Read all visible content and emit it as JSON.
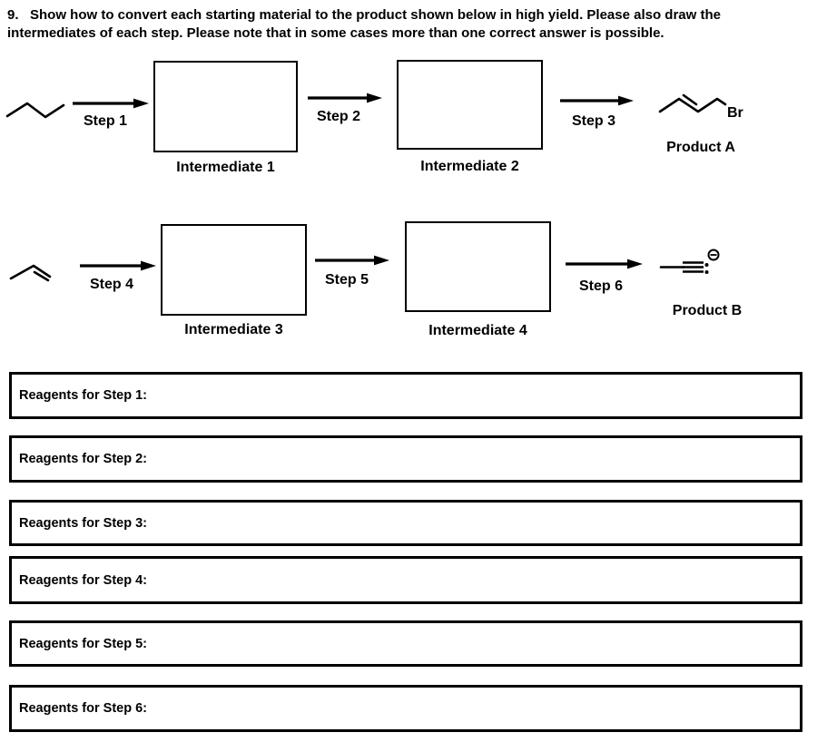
{
  "question": {
    "line1": "9.   Show how to convert each starting material to the product shown below in high yield. Please also draw the",
    "line2": "intermediates of each step. Please note that in some cases more than one correct answer is possible."
  },
  "scheme_a": {
    "starting_material_structure": "butane skeletal zigzag",
    "steps": [
      {
        "label": "Step 1"
      },
      {
        "label": "Step 2"
      },
      {
        "label": "Step 3"
      }
    ],
    "intermediates": [
      {
        "label": "Intermediate 1"
      },
      {
        "label": "Intermediate 2"
      }
    ],
    "product": {
      "label": "Product A",
      "substituent": "Br",
      "structure": "(E)-1-bromo-2-butene skeletal structure"
    }
  },
  "scheme_b": {
    "starting_material_structure": "propene skeletal structure with double bond",
    "steps": [
      {
        "label": "Step 4"
      },
      {
        "label": "Step 5"
      },
      {
        "label": "Step 6"
      }
    ],
    "intermediates": [
      {
        "label": "Intermediate 3"
      },
      {
        "label": "Intermediate 4"
      }
    ],
    "product": {
      "label": "Product B",
      "structure": "propynide anion CH3-C#C:- with lone pair and circled negative charge"
    }
  },
  "reagent_boxes": [
    {
      "label": "Reagents for Step 1:"
    },
    {
      "label": "Reagents for Step 2:"
    },
    {
      "label": "Reagents for Step 3:"
    },
    {
      "label": "Reagents for Step 4:"
    },
    {
      "label": "Reagents for Step 5:"
    },
    {
      "label": "Reagents for Step 6:"
    }
  ]
}
